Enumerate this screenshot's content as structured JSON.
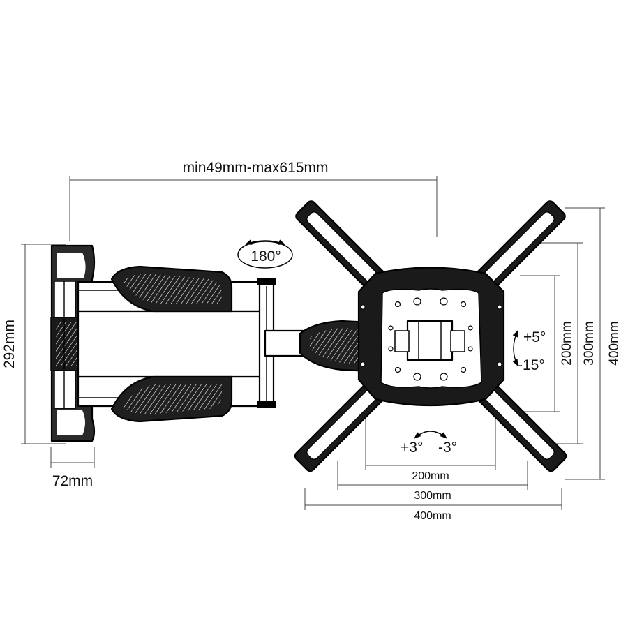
{
  "dimensions": {
    "extension": "min49mm-max615mm",
    "wall_plate_height": "292mm",
    "wall_plate_depth": "72mm",
    "vesa_horizontal": [
      "200mm",
      "300mm",
      "400mm"
    ],
    "vesa_vertical": [
      "200mm",
      "300mm",
      "400mm"
    ]
  },
  "angles": {
    "swivel": "180°",
    "tilt_up": "+5°",
    "tilt_down": "-15°",
    "level_left": "+3°",
    "level_right": "-3°"
  },
  "colors": {
    "line": "#000000",
    "dimension": "#444444",
    "background": "#ffffff"
  }
}
